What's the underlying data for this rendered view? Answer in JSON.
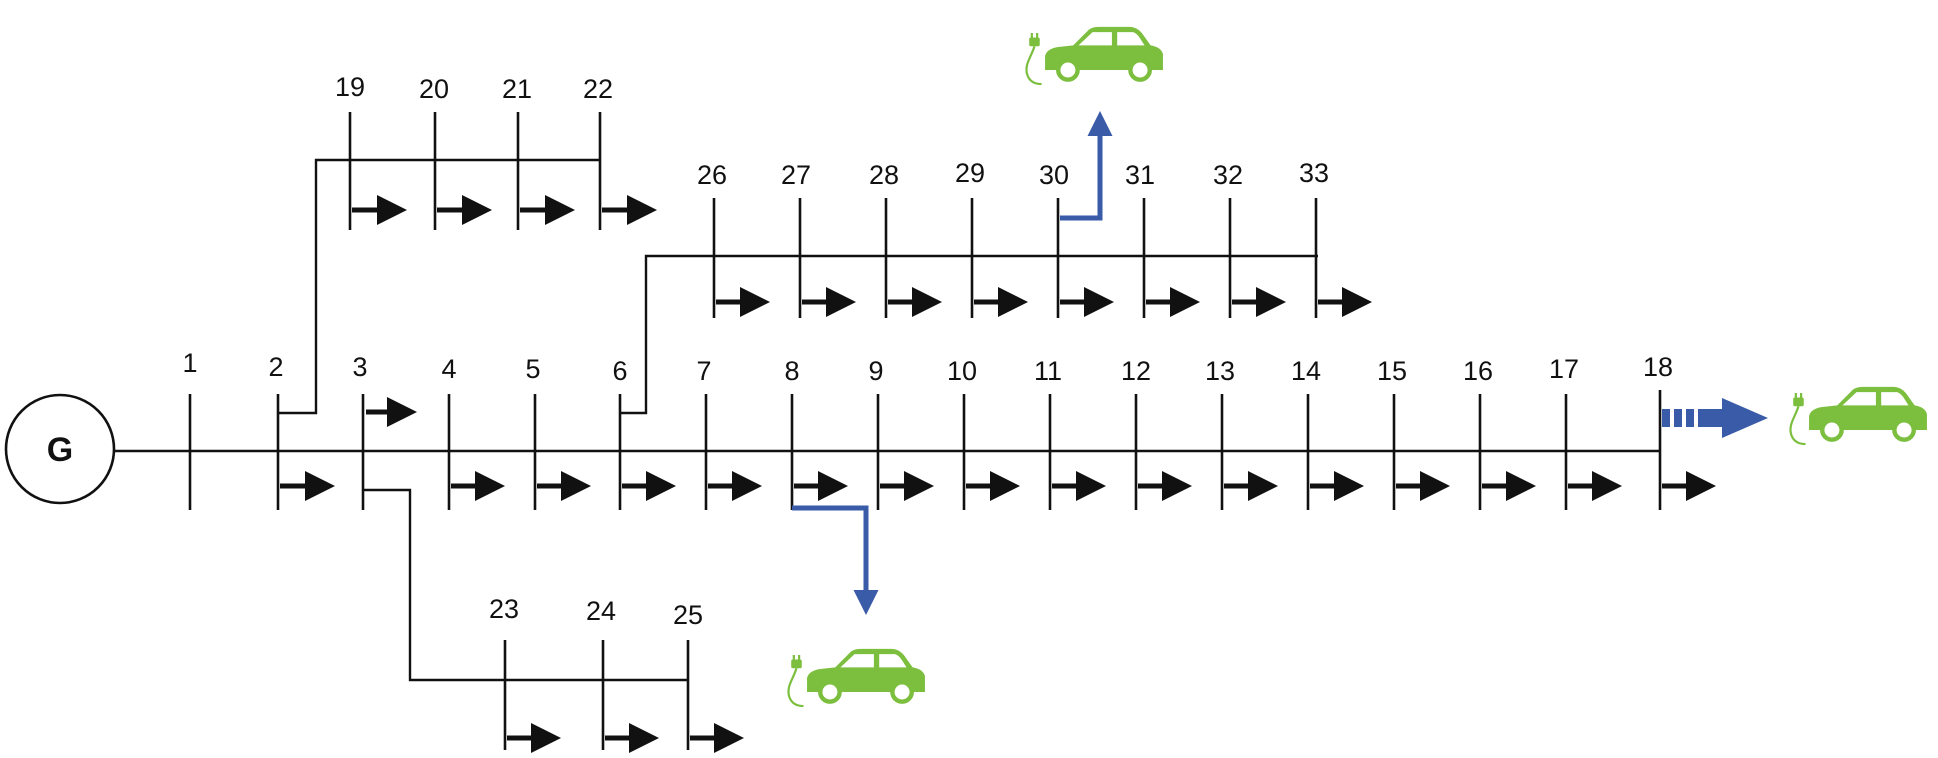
{
  "generator": {
    "label": "G"
  },
  "buses": [
    "1",
    "2",
    "3",
    "4",
    "5",
    "6",
    "7",
    "8",
    "9",
    "10",
    "11",
    "12",
    "13",
    "14",
    "15",
    "16",
    "17",
    "18",
    "19",
    "20",
    "21",
    "22",
    "23",
    "24",
    "25",
    "26",
    "27",
    "28",
    "29",
    "30",
    "31",
    "32",
    "33"
  ],
  "icons": {
    "load": "arrow-right-icon",
    "ev": "electric-car-icon",
    "ev_route": "arrow-icon"
  },
  "colors": {
    "line": "#111111",
    "ev_route": "#3a5ba8",
    "ev_car": "#7cbf3f"
  },
  "ev_stations": [
    {
      "bus": "30"
    },
    {
      "bus": "8"
    },
    {
      "bus": "18"
    }
  ]
}
